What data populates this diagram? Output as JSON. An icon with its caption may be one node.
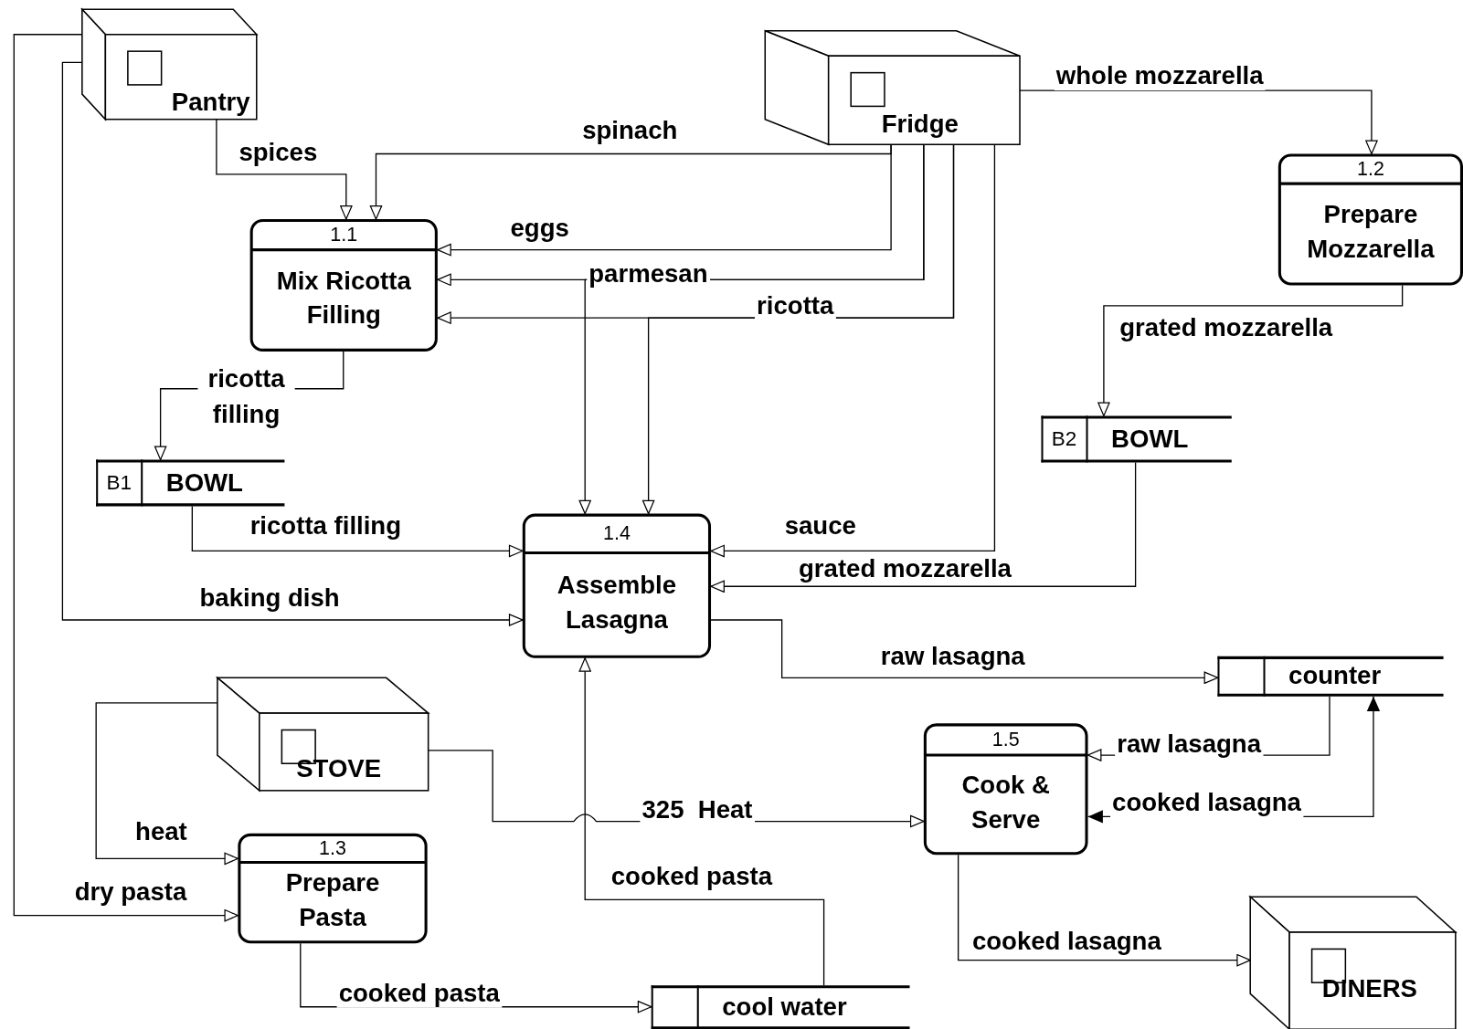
{
  "diagram": {
    "nodes": [
      {
        "text": [
          "Pantry"
        ]
      },
      {
        "text": [
          "Fridge"
        ]
      },
      {
        "text": [
          "1.1",
          "Mix Ricotta Filling"
        ]
      },
      {
        "text": [
          "1.2",
          "Prepare Mozzarella"
        ]
      },
      {
        "text": [
          "B1",
          "BOWL"
        ]
      },
      {
        "text": [
          "B2",
          "BOWL"
        ]
      },
      {
        "text": [
          "1.4",
          "Assemble Lasagna"
        ]
      },
      {
        "text": [
          "counter"
        ]
      },
      {
        "text": [
          "STOVE"
        ]
      },
      {
        "text": [
          "1.5",
          "Cook & Serve"
        ]
      },
      {
        "text": [
          "1.3",
          "Prepare Pasta"
        ]
      },
      {
        "text": [
          "cool water"
        ]
      },
      {
        "text": [
          "DINERS"
        ]
      }
    ],
    "edges": [
      {
        "from": 0,
        "to": 2,
        "arrow": "to",
        "label": "spices"
      },
      {
        "from": 1,
        "to": 2,
        "arrow": "to",
        "label": "spinach"
      },
      {
        "from": 1,
        "to": 2,
        "arrow": "to",
        "label": "eggs"
      },
      {
        "from": 1,
        "to": 2,
        "arrow": "to",
        "label": "parmesan"
      },
      {
        "from": 1,
        "to": 6,
        "arrow": "to"
      },
      {
        "from": 1,
        "to": 2,
        "arrow": "to",
        "label": "ricotta"
      },
      {
        "from": 1,
        "to": 6,
        "arrow": "to"
      },
      {
        "from": 1,
        "to": 3,
        "arrow": "to",
        "label": "whole mozzarella"
      },
      {
        "from": 1,
        "to": 6,
        "arrow": "to",
        "label": "sauce"
      },
      {
        "from": 2,
        "to": 4,
        "arrow": "to",
        "label": "ricotta filling"
      },
      {
        "from": 4,
        "to": 6,
        "arrow": "to",
        "label": "ricotta filling"
      },
      {
        "from": 3,
        "to": 5,
        "arrow": "to",
        "label": "grated mozzarella"
      },
      {
        "from": 5,
        "to": 6,
        "arrow": "to",
        "label": "grated mozzarella"
      },
      {
        "from": 0,
        "to": 6,
        "arrow": "to",
        "label": "baking dish"
      },
      {
        "from": 0,
        "to": 10,
        "arrow": "to",
        "label": "dry pasta"
      },
      {
        "from": 8,
        "to": 10,
        "arrow": "to",
        "label": "heat"
      },
      {
        "from": 8,
        "to": 9,
        "arrow": "to",
        "label": "325  Heat"
      },
      {
        "from": 6,
        "to": 7,
        "arrow": "to",
        "label": "raw lasagna"
      },
      {
        "from": 7,
        "to": 9,
        "arrow": "to",
        "label": "raw lasagna"
      },
      {
        "from": 9,
        "to": 7,
        "arrow": "both",
        "label": "cooked lasagna"
      },
      {
        "from": 10,
        "to": 11,
        "arrow": "to",
        "label": "cooked pasta"
      },
      {
        "from": 11,
        "to": 6,
        "arrow": "to",
        "label": "cooked pasta"
      },
      {
        "from": 9,
        "to": 12,
        "arrow": "to",
        "label": "cooked lasagna"
      }
    ]
  }
}
